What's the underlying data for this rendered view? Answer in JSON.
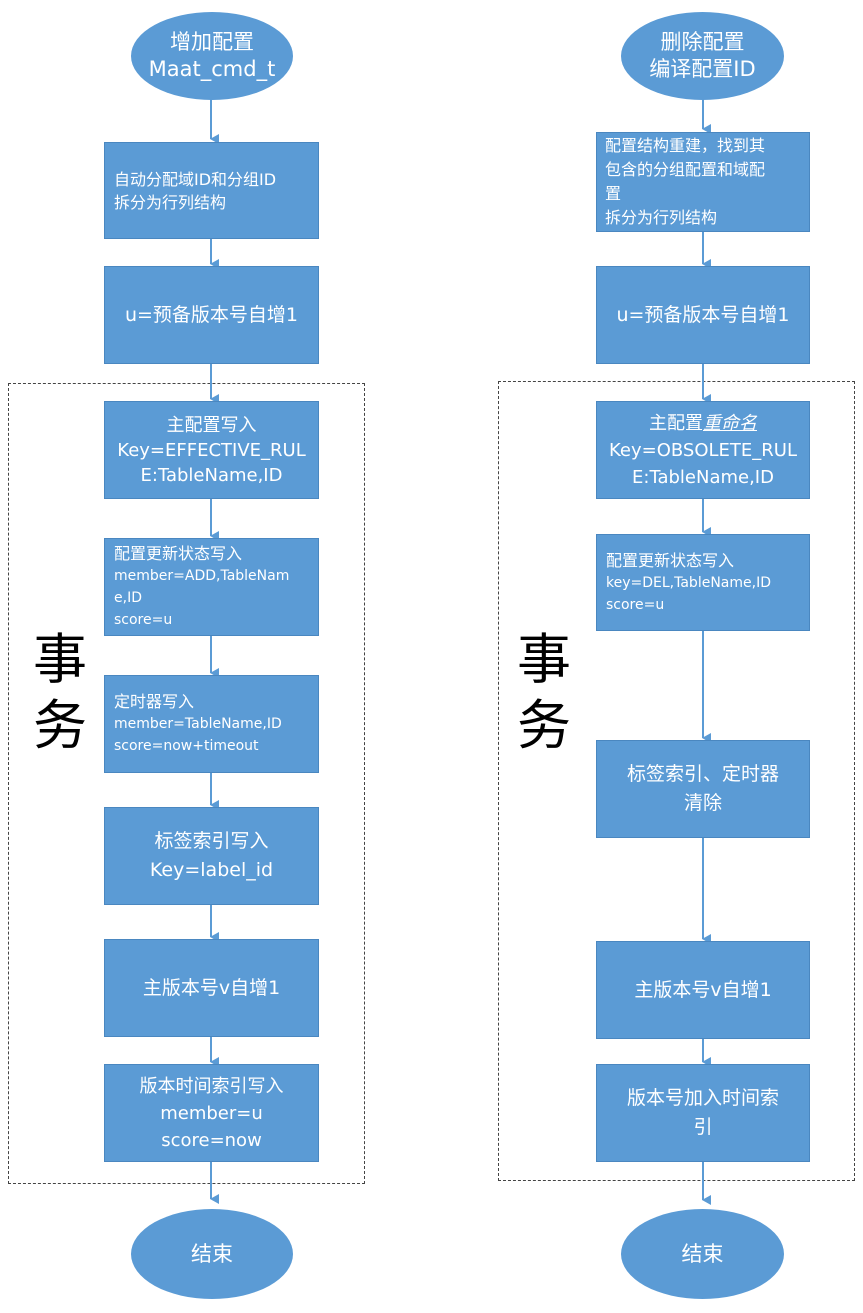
{
  "left_flow": {
    "start": [
      "增加配置",
      "Maat_cmd_t"
    ],
    "step_split": [
      "自动分配域ID和分组ID",
      "拆分为行列结构"
    ],
    "step_version": [
      "u=预备版本号自增1"
    ],
    "transaction_label": [
      "事",
      "务"
    ],
    "tx_main_write": [
      "主配置写入",
      "Key=EFFECTIVE_RUL",
      "E:TableName,ID"
    ],
    "tx_status_write": [
      "配置更新状态写入",
      "member=ADD,TableNam",
      "e,ID",
      "score=u"
    ],
    "tx_timer_write": [
      "定时器写入",
      "member=TableName,ID",
      "score=now+timeout"
    ],
    "tx_label_index": [
      "标签索引写入",
      "Key=label_id"
    ],
    "tx_main_version": [
      "主版本号v自增1"
    ],
    "tx_time_index": [
      "版本时间索引写入",
      "member=u",
      "score=now"
    ],
    "end": [
      "结束"
    ]
  },
  "right_flow": {
    "start": [
      "删除配置",
      "编译配置ID"
    ],
    "step_rebuild": [
      "配置结构重建，找到其",
      "包含的分组配置和域配",
      "置",
      "拆分为行列结构"
    ],
    "step_version": [
      "u=预备版本号自增1"
    ],
    "transaction_label": [
      "事",
      "务"
    ],
    "tx_main_rename": {
      "prefix": "主配置",
      "emphasis": "重命名",
      "lines": [
        "Key=OBSOLETE_RUL",
        "E:TableName,ID"
      ]
    },
    "tx_status_write": [
      "配置更新状态写入",
      "key=DEL,TableName,ID",
      "score=u"
    ],
    "tx_cleanup": [
      "标签索引、定时器",
      "清除"
    ],
    "tx_main_version": [
      "主版本号v自增1"
    ],
    "tx_time_index": [
      "版本号加入时间索",
      "引"
    ],
    "end": [
      "结束"
    ]
  },
  "colors": {
    "node_fill": "#5b9bd5",
    "node_text": "#ffffff",
    "arrow": "#5b9bd5",
    "dashed_border": "#444444"
  }
}
